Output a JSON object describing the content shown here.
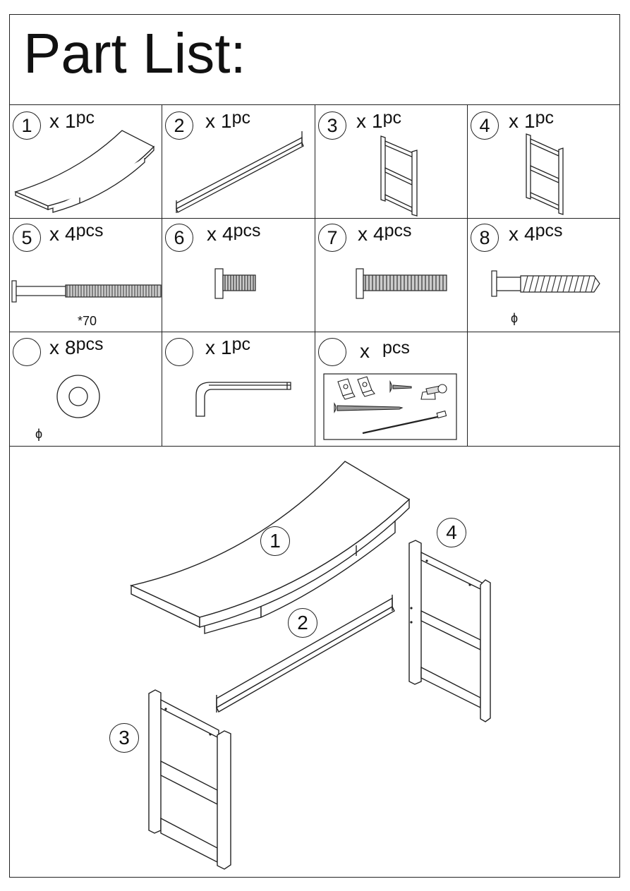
{
  "title": "Part List:",
  "parts": [
    {
      "num": "1",
      "x": "x",
      "count": "1",
      "unit": "pc"
    },
    {
      "num": "2",
      "x": "x",
      "count": "1",
      "unit": "pc"
    },
    {
      "num": "3",
      "x": "x",
      "count": "1",
      "unit": "pc"
    },
    {
      "num": "4",
      "x": "x",
      "count": "1",
      "unit": "pc"
    },
    {
      "num": "5",
      "x": "x",
      "count": "4",
      "unit": "pcs",
      "note": "*70"
    },
    {
      "num": "6",
      "x": "x",
      "count": "4",
      "unit": "pcs"
    },
    {
      "num": "7",
      "x": "x",
      "count": "4",
      "unit": "pcs"
    },
    {
      "num": "8",
      "x": "x",
      "count": "4",
      "unit": "pcs",
      "note": "ϕ"
    },
    {
      "num": "",
      "x": "x",
      "count": "8",
      "unit": "pcs",
      "note": "ϕ"
    },
    {
      "num": "",
      "x": "x",
      "count": "1",
      "unit": "pc"
    },
    {
      "num": "",
      "x": "x",
      "count": "",
      "unit": "pcs"
    }
  ],
  "diagram_labels": {
    "one": "1",
    "two": "2",
    "three": "3",
    "four": "4"
  }
}
